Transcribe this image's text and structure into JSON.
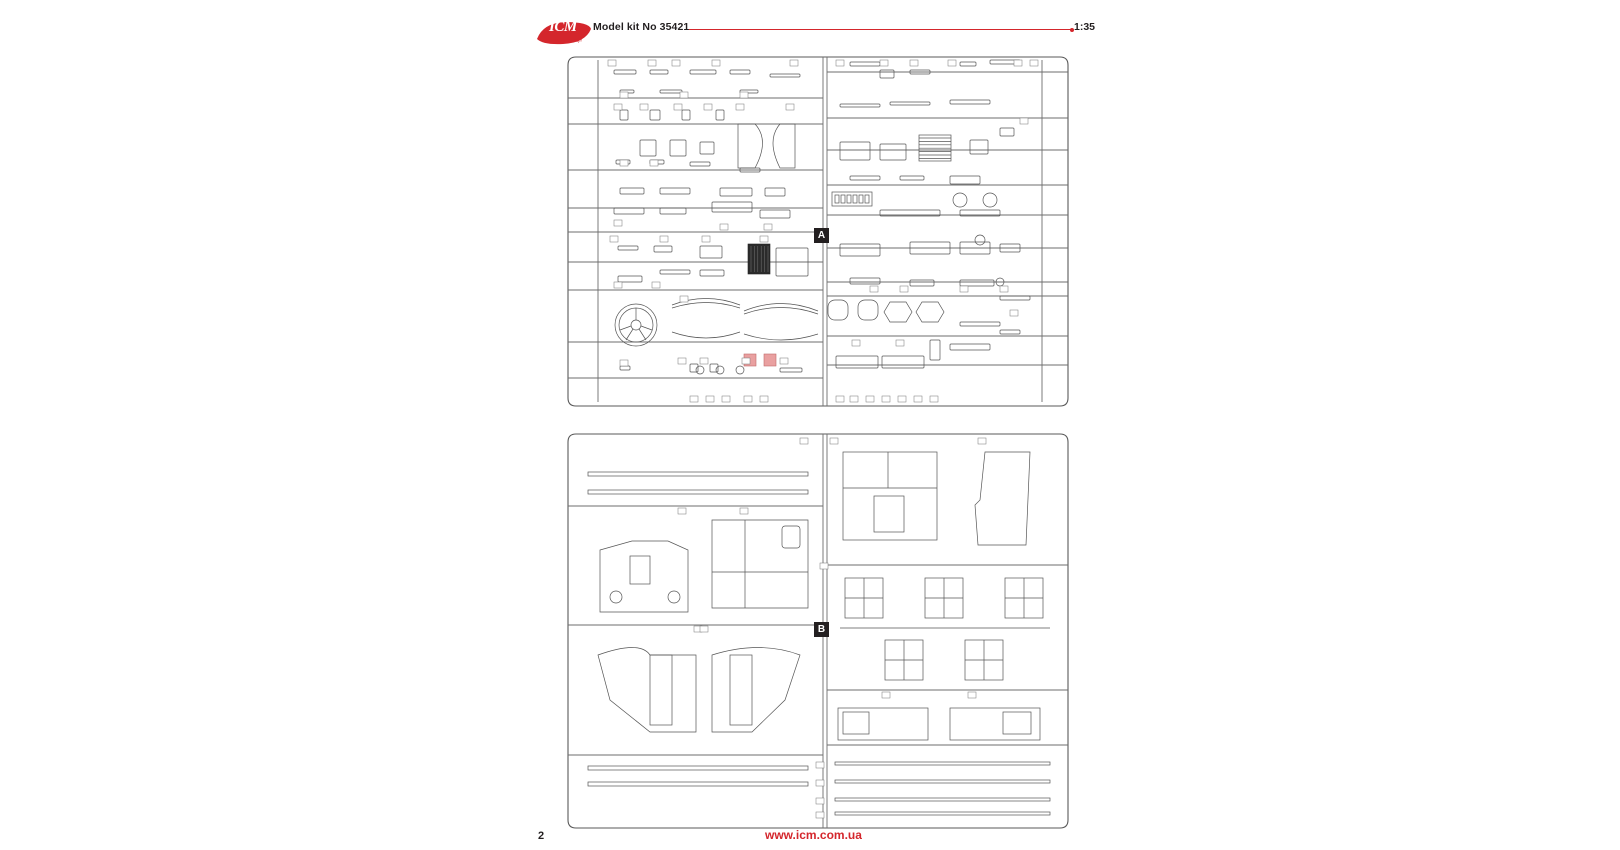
{
  "header": {
    "kit_label": "Model kit No 35421",
    "scale": "1:35",
    "logo_text": "ICM",
    "logo_tagline": "Way to the Top!",
    "brand_color": "#d4262c"
  },
  "sprues": {
    "a": {
      "letter": "A"
    },
    "b": {
      "letter": "B"
    }
  },
  "footer": {
    "page_number": "2",
    "url": "www.icm.com.ua"
  }
}
